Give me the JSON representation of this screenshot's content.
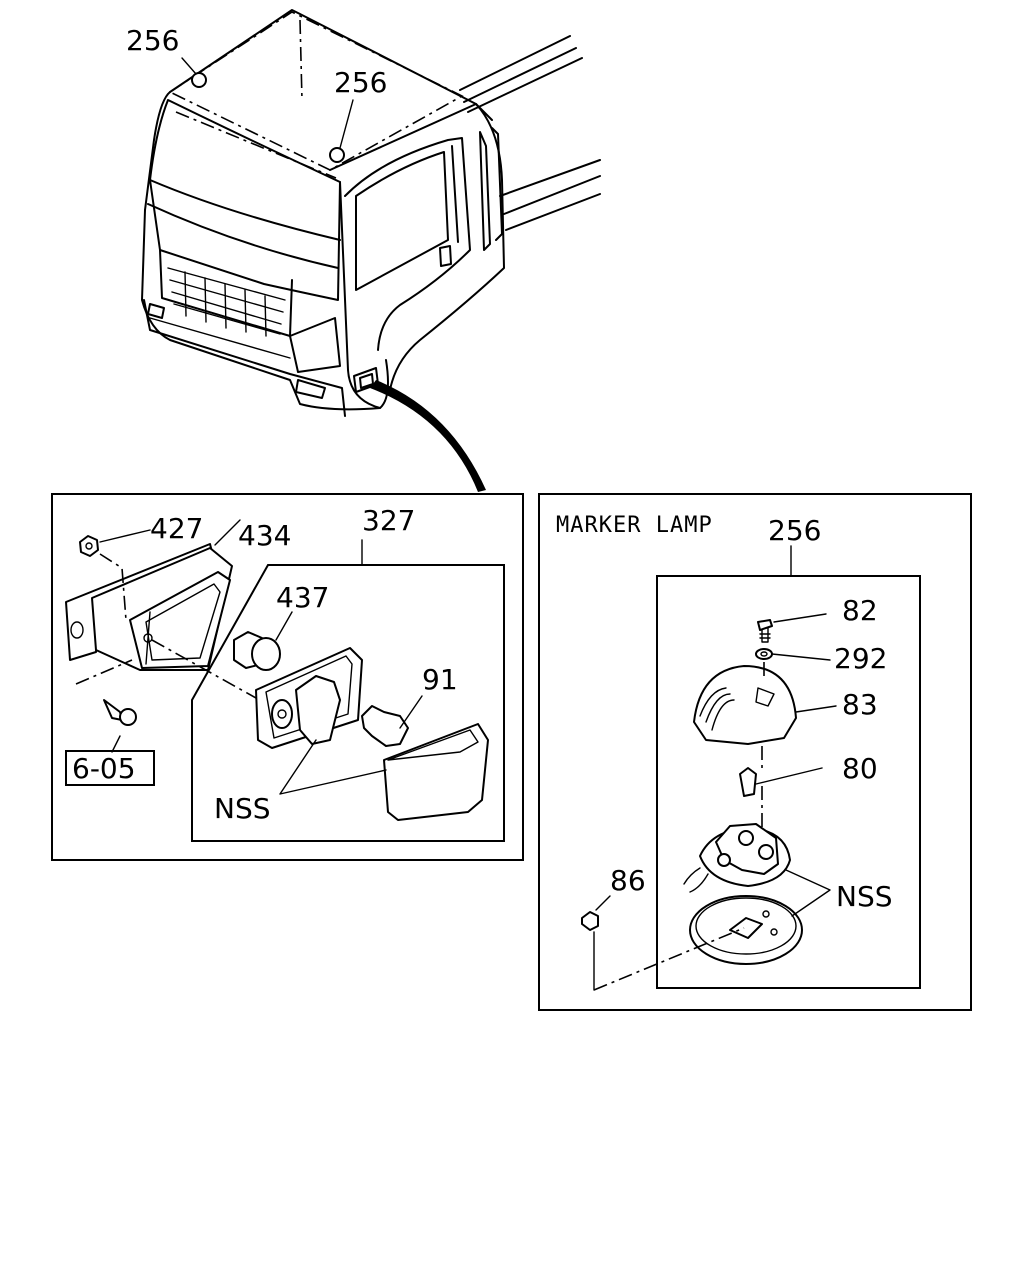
{
  "labels": {
    "cab_marker_left": "256",
    "cab_marker_right": "256",
    "nut_427": "427",
    "housing_434": "434",
    "assembly_327": "327",
    "socket_437": "437",
    "bulb_91": "91",
    "screw_ref": "6-05",
    "nss_side_lamp": "NSS",
    "marker_title": "MARKER LAMP",
    "marker_assembly_256": "256",
    "screw_82": "82",
    "washer_292": "292",
    "lens_83": "83",
    "bulb_80": "80",
    "nut_86": "86",
    "nss_marker": "NSS"
  }
}
